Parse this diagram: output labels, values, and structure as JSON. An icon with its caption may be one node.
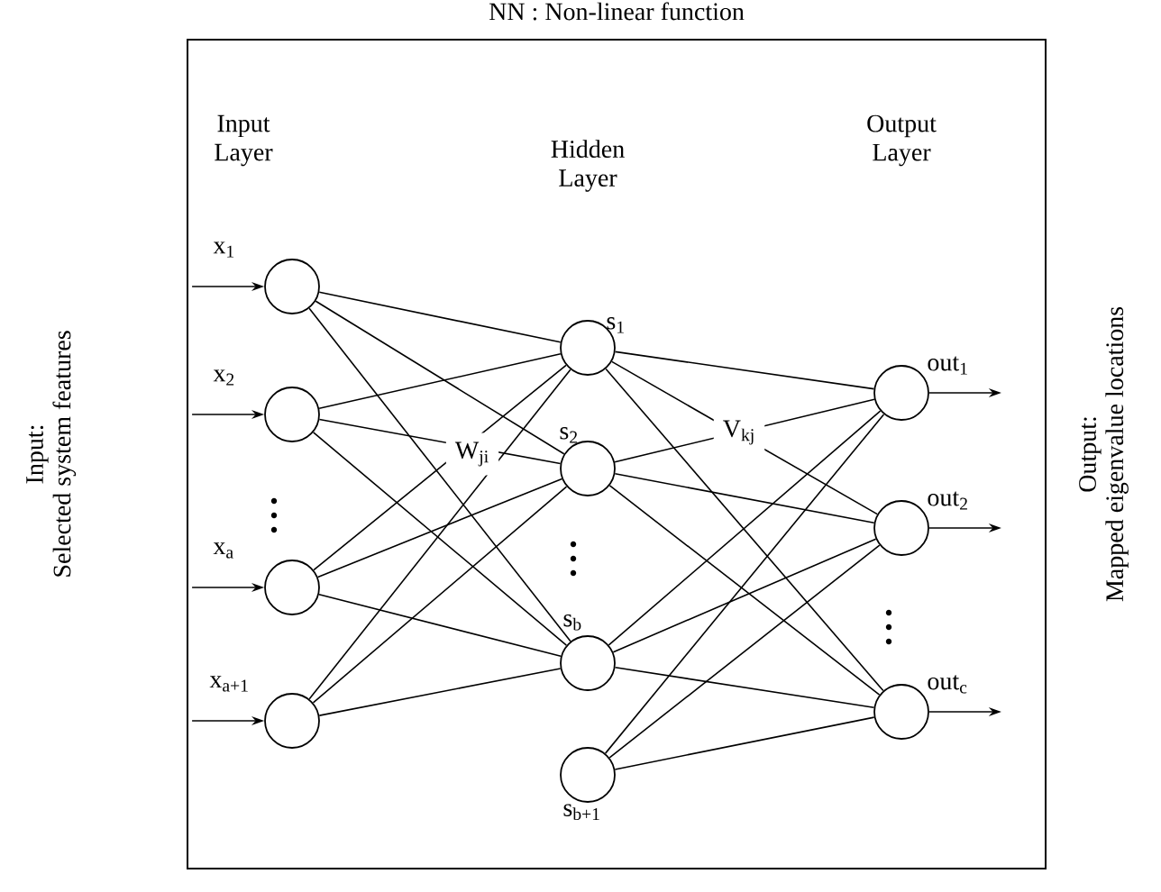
{
  "diagram": {
    "title": "NN : Non-linear function",
    "nodes": [
      {
        "text": [],
        "shape": "circle",
        "beside": [
          "x$_{1}$"
        ]
      },
      {
        "text": [],
        "shape": "circle",
        "beside": [
          "x$_{2}$"
        ]
      },
      {
        "text": [],
        "shape": "circle",
        "beside": [
          "x$_{a}$"
        ]
      },
      {
        "text": [],
        "shape": "circle",
        "beside": [
          "x$_{a+1}$"
        ]
      },
      {
        "text": [],
        "shape": "circle",
        "beside": [
          "s$_{1}$"
        ]
      },
      {
        "text": [],
        "shape": "circle",
        "beside": [
          "s$_{2}$"
        ]
      },
      {
        "text": [],
        "shape": "circle",
        "beside": [
          "s$_{b}$"
        ]
      },
      {
        "text": [],
        "shape": "circle",
        "beside": [
          "s$_{b+1}$"
        ]
      },
      {
        "text": [],
        "shape": "circle",
        "beside": [
          "out$_{1}$"
        ]
      },
      {
        "text": [],
        "shape": "circle",
        "beside": [
          "out$_{2}$"
        ]
      },
      {
        "text": [],
        "shape": "circle",
        "beside": [
          "out$_{c}$"
        ]
      }
    ],
    "edges": [
      {
        "from": null,
        "to": 0,
        "arrow": "to"
      },
      {
        "from": null,
        "to": 1,
        "arrow": "to"
      },
      {
        "from": null,
        "to": 2,
        "arrow": "to"
      },
      {
        "from": null,
        "to": 3,
        "arrow": "to"
      },
      {
        "from": 0,
        "to": 4,
        "arrow": "none"
      },
      {
        "from": 0,
        "to": 5,
        "arrow": "none"
      },
      {
        "from": 0,
        "to": 6,
        "arrow": "none"
      },
      {
        "from": 1,
        "to": 4,
        "arrow": "none"
      },
      {
        "from": 1,
        "to": 5,
        "arrow": "none"
      },
      {
        "from": 1,
        "to": 6,
        "arrow": "none"
      },
      {
        "from": 2,
        "to": 4,
        "arrow": "none"
      },
      {
        "from": 2,
        "to": 5,
        "arrow": "none"
      },
      {
        "from": 2,
        "to": 6,
        "arrow": "none"
      },
      {
        "from": 3,
        "to": 4,
        "arrow": "none"
      },
      {
        "from": 3,
        "to": 5,
        "arrow": "none"
      },
      {
        "from": 3,
        "to": 6,
        "arrow": "none"
      },
      {
        "from": 4,
        "to": 8,
        "arrow": "none"
      },
      {
        "from": 4,
        "to": 9,
        "arrow": "none"
      },
      {
        "from": 4,
        "to": 10,
        "arrow": "none"
      },
      {
        "from": 5,
        "to": 8,
        "arrow": "none"
      },
      {
        "from": 5,
        "to": 9,
        "arrow": "none"
      },
      {
        "from": 5,
        "to": 10,
        "arrow": "none"
      },
      {
        "from": 6,
        "to": 8,
        "arrow": "none"
      },
      {
        "from": 6,
        "to": 9,
        "arrow": "none"
      },
      {
        "from": 6,
        "to": 10,
        "arrow": "none"
      },
      {
        "from": 7,
        "to": 8,
        "arrow": "none"
      },
      {
        "from": 7,
        "to": 9,
        "arrow": "none"
      },
      {
        "from": 7,
        "to": 10,
        "arrow": "none"
      },
      {
        "from": 8,
        "to": null,
        "arrow": "to"
      },
      {
        "from": 9,
        "to": null,
        "arrow": "to"
      },
      {
        "from": 10,
        "to": null,
        "arrow": "to"
      }
    ],
    "labels": [
      "Input:",
      "Selected system features",
      "Input Layer",
      "Hidden Layer",
      "Output Layer",
      "W$_{ji}$",
      "V$_{kj}$",
      "Output:",
      "Mapped eigenvalue locations"
    ]
  }
}
